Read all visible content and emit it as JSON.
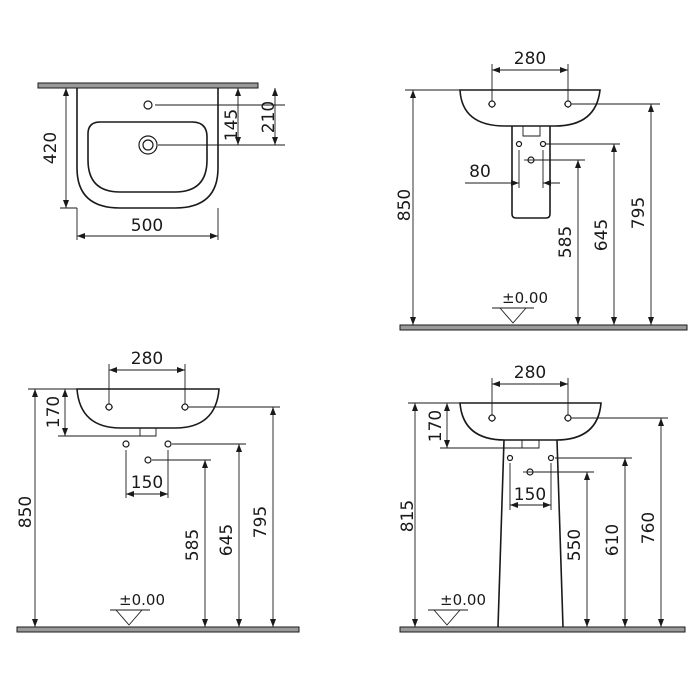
{
  "views": {
    "top_view": {
      "depth": "420",
      "width": "500",
      "tap_offset": "210",
      "waste_offset": "145"
    },
    "front_semi_pedestal": {
      "fixing_spacing": "280",
      "waste_width": "80",
      "rim_height": "850",
      "fixing_height": "795",
      "supply_height": "645",
      "waste_height": "585",
      "floor_level": "±0.00"
    },
    "front_wall_hung": {
      "fixing_spacing": "280",
      "basin_height": "170",
      "supply_spacing": "150",
      "rim_height": "850",
      "fixing_height": "795",
      "supply_height": "645",
      "waste_height": "585",
      "floor_level": "±0.00"
    },
    "front_full_pedestal": {
      "fixing_spacing": "280",
      "basin_height": "170",
      "supply_spacing": "150",
      "rim_height": "815",
      "fixing_height": "760",
      "supply_height": "610",
      "waste_height": "550",
      "floor_level": "±0.00"
    }
  }
}
